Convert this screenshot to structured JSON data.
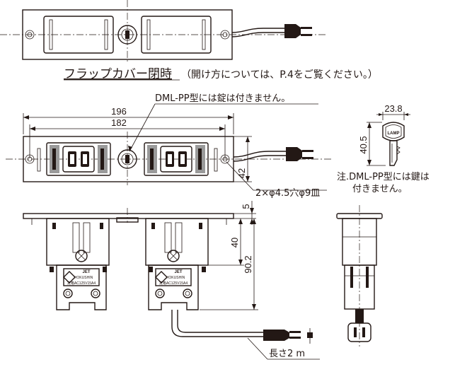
{
  "caption": {
    "main": "フラップカバー閉時",
    "note": "（開け方については、P.4をご覧ください。）"
  },
  "annotations": {
    "no_lock": "DML-PP型には錠は付きません。",
    "holes": "2×φ4.5穴φ9皿",
    "key_note_line1": "注.DML-PP型には鍵は",
    "key_note_line2": "付きません。",
    "cord_length": "長さ2 m"
  },
  "dimensions": {
    "width_overall": "196",
    "hole_pitch": "182",
    "height": "42",
    "key_width": "23.8",
    "key_length": "40.5",
    "plate_thickness": "5",
    "box_depth": "40",
    "total_depth": "90.2"
  },
  "labels": {
    "jet_mark": "JET",
    "maker": "HOKUSHIN",
    "rating": "定格AC125V15A4",
    "key_brand": "LAMP"
  }
}
